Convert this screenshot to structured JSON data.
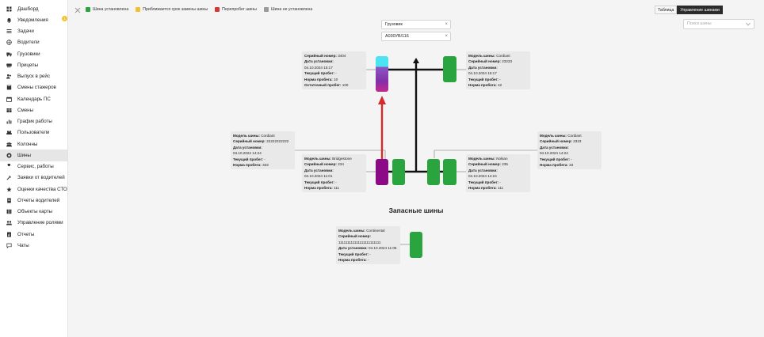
{
  "sidebar": {
    "items": [
      {
        "label": "Дашборд",
        "icon": "grid-icon"
      },
      {
        "label": "Уведомления",
        "icon": "bell-icon",
        "badge": "1"
      },
      {
        "label": "Задачи",
        "icon": "list-icon"
      },
      {
        "label": "Водители",
        "icon": "globe-icon"
      },
      {
        "label": "Грузовики",
        "icon": "truck-icon"
      },
      {
        "label": "Прицепы",
        "icon": "trailer-icon"
      },
      {
        "label": "Выпуск в рейс",
        "icon": "users-icon"
      },
      {
        "label": "Смены стажеров",
        "icon": "book-icon"
      },
      {
        "label": "Календарь ПС",
        "icon": "calendar-icon"
      },
      {
        "label": "Смены",
        "icon": "table-icon"
      },
      {
        "label": "График работы",
        "icon": "chart-icon"
      },
      {
        "label": "Пользователи",
        "icon": "people-icon"
      },
      {
        "label": "Колонны",
        "icon": "people-group-icon"
      },
      {
        "label": "Шины",
        "icon": "tire-icon",
        "active": true
      },
      {
        "label": "Сервис, работы",
        "icon": "wrench-icon"
      },
      {
        "label": "Заявки от водителей",
        "icon": "tools-icon"
      },
      {
        "label": "Оценки качества СТО",
        "icon": "star-icon"
      },
      {
        "label": "Отчеты водителей",
        "icon": "doc-icon"
      },
      {
        "label": "Объекты карты",
        "icon": "map-icon"
      },
      {
        "label": "Управление ролями",
        "icon": "roles-icon"
      },
      {
        "label": "Отчеты",
        "icon": "report-icon"
      },
      {
        "label": "Чаты",
        "icon": "chat-icon"
      }
    ]
  },
  "legend": [
    {
      "label": "Шина установлена",
      "color": "#2aa43f"
    },
    {
      "label": "Приближается срок замены шины",
      "color": "#f2c12e"
    },
    {
      "label": "Перепробег шины",
      "color": "#d93636"
    },
    {
      "label": "Шина не установлена",
      "color": "#9a9a9a"
    }
  ],
  "tabs": {
    "table": "Таблица",
    "manage": "Управление шинами"
  },
  "tire_search_placeholder": "Поиск шины",
  "vehicle_type": "Грузовик",
  "vehicle_number": "А030УВ/116",
  "labels": {
    "model": "Модель шины:",
    "serial": "Серийный номер:",
    "install_date": "Дата установки:",
    "current_mileage": "Текущий пробег:",
    "mileage_norm": "Норма пробега:",
    "remaining": "Остаточный пробег:"
  },
  "tires": {
    "front_left": {
      "serial": "3404",
      "date": "04.10.2024 15:17",
      "current": "-",
      "norm": "10",
      "remaining": "100"
    },
    "front_right": {
      "model": "Cordiant",
      "serial": "23233",
      "date": "04.10.2024 15:17",
      "current": "-",
      "norm": "42"
    },
    "rear_left_outer": {
      "model": "Cordiant",
      "serial": "22222222222",
      "date": "04.10.2024 14:24",
      "current": "-",
      "norm": "333"
    },
    "rear_left_inner": {
      "model": "Bridgestone",
      "serial": "234",
      "date": "04.10.2024 11:01",
      "current": "-",
      "norm": "111"
    },
    "rear_right_inner": {
      "model": "Nokian",
      "serial": "235",
      "date": "04.10.2024 14:24",
      "current": "-",
      "norm": "111"
    },
    "rear_right_outer": {
      "model": "Cordiant",
      "serial": "2323",
      "date": "04.10.2024 14:24",
      "current": "-",
      "norm": "33"
    },
    "spare": {
      "model": "Continental",
      "serial": "111111111111111111111111",
      "date": "04.10.2024 11:05",
      "current": "-",
      "norm": "-"
    }
  },
  "spare_title": "Запасные шины"
}
